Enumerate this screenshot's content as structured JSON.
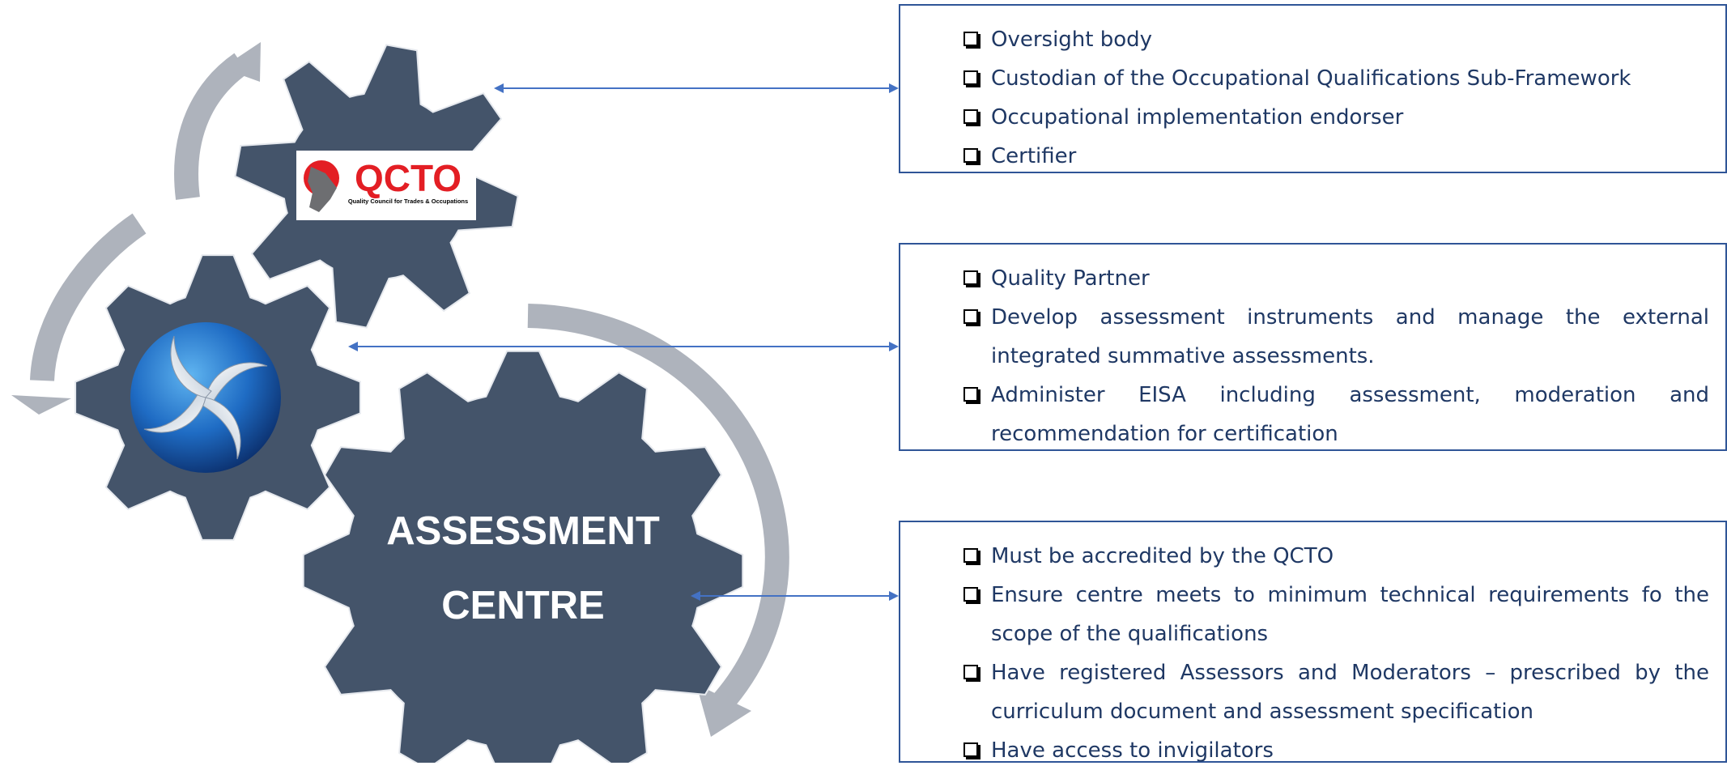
{
  "logo": {
    "wordmark": "QCTO",
    "tagline": "Quality Council for Trades & Occupations"
  },
  "centre_gear": {
    "line1": "ASSESSMENT",
    "line2": "CENTRE"
  },
  "panels": [
    {
      "items": [
        "Oversight body",
        "Custodian of the Occupational Qualifications Sub-Framework",
        "Occupational implementation endorser",
        "Certifier"
      ]
    },
    {
      "items": [
        "Quality Partner",
        "Develop assessment instruments and manage the external integrated summative assessments.",
        "Administer EISA including assessment, moderation and recommendation for certification"
      ]
    },
    {
      "items": [
        "Must be accredited by the QCTO",
        "Ensure centre meets to minimum technical requirements fo the scope of the qualifications",
        "Have registered Assessors and Moderators – prescribed by the curriculum document and assessment specification",
        "Have access to invigilators"
      ]
    }
  ],
  "colors": {
    "gear": "#44546A",
    "arrow_grey": "#AEB3BC",
    "connector": "#4472C4",
    "panel_border": "#2F5597",
    "panel_text": "#1F3864",
    "logo_red": "#E31E24"
  }
}
